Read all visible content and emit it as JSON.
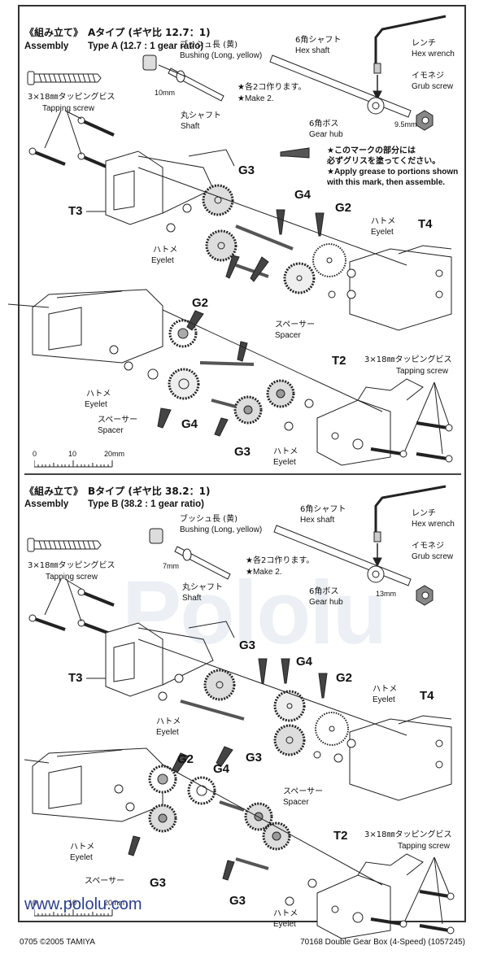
{
  "footer": {
    "left": "0705 ©2005 TAMIYA",
    "right": "70168 Double Gear Box (4-Speed) (1057245)"
  },
  "watermark": {
    "brand": "Pololu",
    "url": "www.pololu.com"
  },
  "grease_note": {
    "jp_line1": "★このマークの部分には",
    "jp_line2": "必ずグリスを塗ってください。",
    "en_line1": "★Apply grease to portions shown",
    "en_line2": "with this mark, then assemble."
  },
  "scale_bar": {
    "labels": [
      "0",
      "10",
      "20mm"
    ]
  },
  "sections": [
    {
      "title_jp": "《組み立て》",
      "title_en": "Assembly",
      "type_jp": "Aタイプ (ギヤ比  12.7：1)",
      "type_en": "Type A (12.7 : 1 gear ratio)",
      "screw_jp": "3×18㎜タッピングビス",
      "screw_en": "Tapping screw",
      "bushing_jp": "ブッシュ長 (黄)",
      "bushing_en": "Bushing (Long, yellow)",
      "bushing_dim": "10mm",
      "shaft_jp": "丸シャフト",
      "shaft_en": "Shaft",
      "make_jp": "★各2コ作ります。",
      "make_en": "★Make 2.",
      "hexshaft_jp": "6角シャフト",
      "hexshaft_en": "Hex shaft",
      "wrench_jp": "レンチ",
      "wrench_en": "Hex wrench",
      "grub_jp": "イモネジ",
      "grub_en": "Grub screw",
      "hub_jp": "6角ボス",
      "hub_en": "Gear hub",
      "hub_dim": "9.5mm",
      "eyelet_jp": "ハトメ",
      "eyelet_en": "Eyelet",
      "spacer_jp": "スペーサー",
      "spacer_en": "Spacer",
      "parts": {
        "t2": "T2",
        "t3": "T3",
        "t4": "T4",
        "g2": "G2",
        "g3": "G3",
        "g4": "G4"
      }
    },
    {
      "title_jp": "《組み立て》",
      "title_en": "Assembly",
      "type_jp": "Bタイプ (ギヤ比  38.2：1)",
      "type_en": "Type B (38.2 : 1 gear ratio)",
      "screw_jp": "3×18㎜タッピングビス",
      "screw_en": "Tapping screw",
      "bushing_jp": "ブッシュ長 (黄)",
      "bushing_en": "Bushing (Long, yellow)",
      "bushing_dim": "7mm",
      "shaft_jp": "丸シャフト",
      "shaft_en": "Shaft",
      "make_jp": "★各2コ作ります。",
      "make_en": "★Make 2.",
      "hexshaft_jp": "6角シャフト",
      "hexshaft_en": "Hex shaft",
      "wrench_jp": "レンチ",
      "wrench_en": "Hex wrench",
      "grub_jp": "イモネジ",
      "grub_en": "Grub screw",
      "hub_jp": "6角ボス",
      "hub_en": "Gear hub",
      "hub_dim": "13mm",
      "eyelet_jp": "ハトメ",
      "eyelet_en": "Eyelet",
      "spacer_jp": "スペーサー",
      "spacer_en": "Spacer",
      "parts": {
        "t2": "T2",
        "t3": "T3",
        "t4": "T4",
        "g2": "G2",
        "g3": "G3",
        "g4": "G4"
      }
    }
  ]
}
